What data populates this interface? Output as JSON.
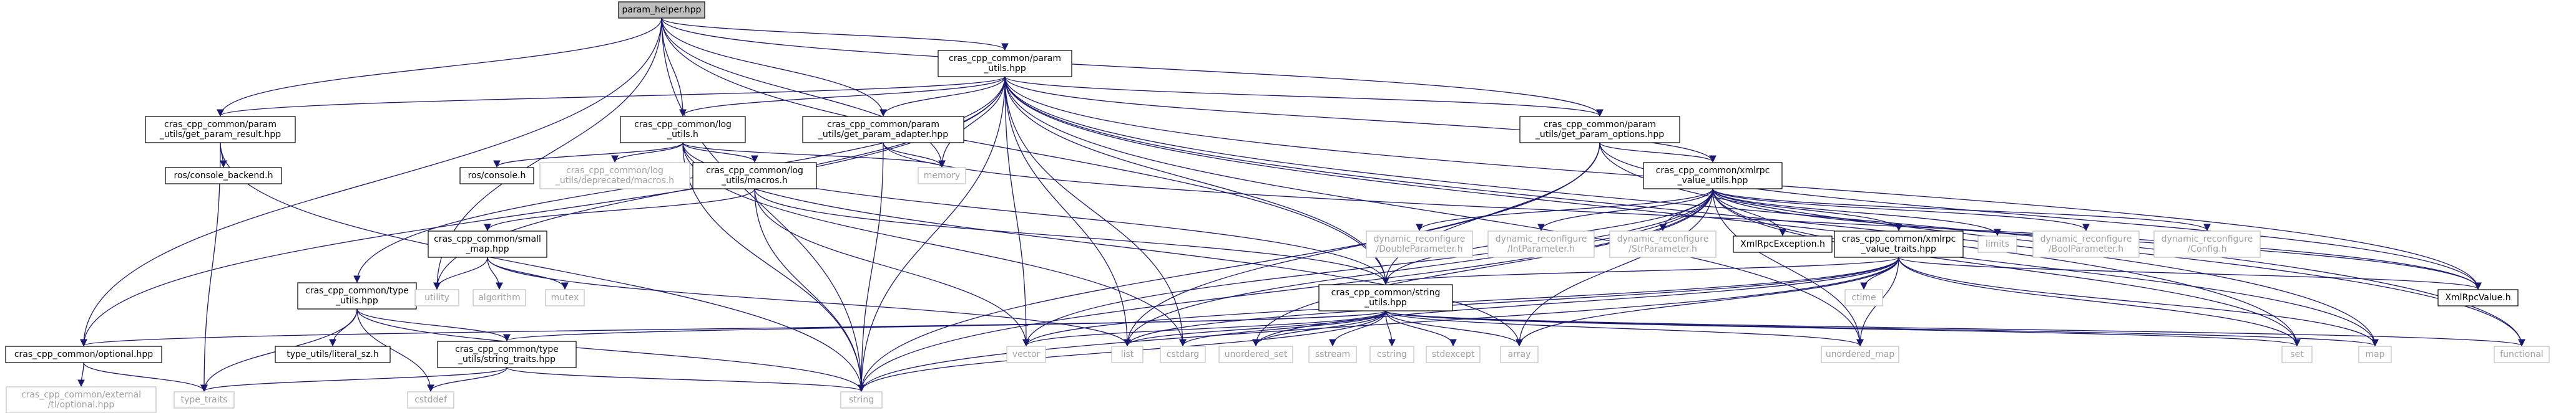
{
  "colors": {
    "edge": "#191970",
    "root_fill": "#bfbfbf",
    "external_border": "#bfbfbf",
    "external_text": "#a0a0a0",
    "box_border": "#000000",
    "background": "#ffffff"
  },
  "nodes": [
    {
      "id": "param_helper",
      "lines": [
        "param_helper.hpp"
      ],
      "kind": "root"
    },
    {
      "id": "param_utils",
      "lines": [
        "cras_cpp_common/param",
        "_utils.hpp"
      ],
      "kind": "internal"
    },
    {
      "id": "get_param_result",
      "lines": [
        "cras_cpp_common/param",
        "_utils/get_param_result.hpp"
      ],
      "kind": "internal"
    },
    {
      "id": "log_utils",
      "lines": [
        "cras_cpp_common/log",
        "_utils.h"
      ],
      "kind": "internal"
    },
    {
      "id": "get_param_adapter",
      "lines": [
        "cras_cpp_common/param",
        "_utils/get_param_adapter.hpp"
      ],
      "kind": "internal"
    },
    {
      "id": "get_param_options",
      "lines": [
        "cras_cpp_common/param",
        "_utils/get_param_options.hpp"
      ],
      "kind": "internal"
    },
    {
      "id": "ros_console_backend",
      "lines": [
        "ros/console_backend.h"
      ],
      "kind": "internal"
    },
    {
      "id": "ros_console",
      "lines": [
        "ros/console.h"
      ],
      "kind": "internal"
    },
    {
      "id": "log_deprecated_macros",
      "lines": [
        "cras_cpp_common/log",
        "_utils/deprecated/macros.h"
      ],
      "kind": "external"
    },
    {
      "id": "log_macros",
      "lines": [
        "cras_cpp_common/log",
        "_utils/macros.h"
      ],
      "kind": "internal"
    },
    {
      "id": "memory",
      "lines": [
        "memory"
      ],
      "kind": "external"
    },
    {
      "id": "xmlrpc_value_utils",
      "lines": [
        "cras_cpp_common/xmlrpc",
        "_value_utils.hpp"
      ],
      "kind": "internal"
    },
    {
      "id": "small_map",
      "lines": [
        "cras_cpp_common/small",
        "_map.hpp"
      ],
      "kind": "internal"
    },
    {
      "id": "type_utils",
      "lines": [
        "cras_cpp_common/type",
        "_utils.hpp"
      ],
      "kind": "internal"
    },
    {
      "id": "dr_double",
      "lines": [
        "dynamic_reconfigure",
        "/DoubleParameter.h"
      ],
      "kind": "external"
    },
    {
      "id": "dr_int",
      "lines": [
        "dynamic_reconfigure",
        "/IntParameter.h"
      ],
      "kind": "external"
    },
    {
      "id": "dr_str",
      "lines": [
        "dynamic_reconfigure",
        "/StrParameter.h"
      ],
      "kind": "external"
    },
    {
      "id": "xmlrpc_exception",
      "lines": [
        "XmlRpcException.h"
      ],
      "kind": "internal"
    },
    {
      "id": "xmlrpc_value_traits",
      "lines": [
        "cras_cpp_common/xmlrpc",
        "_value_traits.hpp"
      ],
      "kind": "internal"
    },
    {
      "id": "limits",
      "lines": [
        "limits"
      ],
      "kind": "external"
    },
    {
      "id": "dr_bool",
      "lines": [
        "dynamic_reconfigure",
        "/BoolParameter.h"
      ],
      "kind": "external"
    },
    {
      "id": "dr_config",
      "lines": [
        "dynamic_reconfigure",
        "/Config.h"
      ],
      "kind": "external"
    },
    {
      "id": "xmlrpc_value",
      "lines": [
        "XmlRpcValue.h"
      ],
      "kind": "internal"
    },
    {
      "id": "utility",
      "lines": [
        "utility"
      ],
      "kind": "external"
    },
    {
      "id": "algorithm",
      "lines": [
        "algorithm"
      ],
      "kind": "external"
    },
    {
      "id": "mutex",
      "lines": [
        "mutex"
      ],
      "kind": "external"
    },
    {
      "id": "ctime",
      "lines": [
        "ctime"
      ],
      "kind": "external"
    },
    {
      "id": "string_utils",
      "lines": [
        "cras_cpp_common/string",
        "_utils.hpp"
      ],
      "kind": "internal"
    },
    {
      "id": "optional",
      "lines": [
        "cras_cpp_common/optional.hpp"
      ],
      "kind": "internal"
    },
    {
      "id": "type_utils_literal_sz",
      "lines": [
        "type_utils/literal_sz.h"
      ],
      "kind": "internal"
    },
    {
      "id": "string_traits",
      "lines": [
        "cras_cpp_common/type",
        "_utils/string_traits.hpp"
      ],
      "kind": "internal"
    },
    {
      "id": "vector",
      "lines": [
        "vector"
      ],
      "kind": "external"
    },
    {
      "id": "list",
      "lines": [
        "list"
      ],
      "kind": "external"
    },
    {
      "id": "cstdarg",
      "lines": [
        "cstdarg"
      ],
      "kind": "external"
    },
    {
      "id": "unordered_set",
      "lines": [
        "unordered_set"
      ],
      "kind": "external"
    },
    {
      "id": "sstream",
      "lines": [
        "sstream"
      ],
      "kind": "external"
    },
    {
      "id": "cstring",
      "lines": [
        "cstring"
      ],
      "kind": "external"
    },
    {
      "id": "stdexcept",
      "lines": [
        "stdexcept"
      ],
      "kind": "external"
    },
    {
      "id": "array",
      "lines": [
        "array"
      ],
      "kind": "external"
    },
    {
      "id": "unordered_map",
      "lines": [
        "unordered_map"
      ],
      "kind": "external"
    },
    {
      "id": "set",
      "lines": [
        "set"
      ],
      "kind": "external"
    },
    {
      "id": "map",
      "lines": [
        "map"
      ],
      "kind": "external"
    },
    {
      "id": "functional",
      "lines": [
        "functional"
      ],
      "kind": "external"
    },
    {
      "id": "optional_external",
      "lines": [
        "cras_cpp_common/external",
        "/tl/optional.hpp"
      ],
      "kind": "external"
    },
    {
      "id": "type_traits",
      "lines": [
        "type_traits"
      ],
      "kind": "external"
    },
    {
      "id": "cstddef",
      "lines": [
        "cstddef"
      ],
      "kind": "external"
    },
    {
      "id": "string",
      "lines": [
        "string"
      ],
      "kind": "external"
    }
  ],
  "edges": [
    [
      "param_helper",
      "param_utils"
    ],
    [
      "param_helper",
      "get_param_result"
    ],
    [
      "param_helper",
      "log_utils"
    ],
    [
      "param_helper",
      "get_param_adapter"
    ],
    [
      "param_helper",
      "get_param_options"
    ],
    [
      "param_helper",
      "memory"
    ],
    [
      "param_helper",
      "optional"
    ],
    [
      "param_helper",
      "string_utils"
    ],
    [
      "param_helper",
      "string"
    ],
    [
      "param_helper",
      "utility"
    ],
    [
      "param_utils",
      "get_param_result"
    ],
    [
      "param_utils",
      "log_utils"
    ],
    [
      "param_utils",
      "get_param_adapter"
    ],
    [
      "param_utils",
      "get_param_options"
    ],
    [
      "param_utils",
      "memory"
    ],
    [
      "param_utils",
      "xmlrpc_value_utils"
    ],
    [
      "param_utils",
      "string_utils"
    ],
    [
      "param_utils",
      "type_utils"
    ],
    [
      "param_utils",
      "optional"
    ],
    [
      "param_utils",
      "vector"
    ],
    [
      "param_utils",
      "list"
    ],
    [
      "param_utils",
      "cstdarg"
    ],
    [
      "param_utils",
      "string"
    ],
    [
      "param_utils",
      "utility"
    ],
    [
      "param_utils",
      "map"
    ],
    [
      "param_utils",
      "set"
    ],
    [
      "param_utils",
      "functional"
    ],
    [
      "param_utils",
      "unordered_map"
    ],
    [
      "param_utils",
      "xmlrpc_value"
    ],
    [
      "get_param_result",
      "ros_console_backend"
    ],
    [
      "get_param_result",
      "type_traits"
    ],
    [
      "get_param_result",
      "string"
    ],
    [
      "log_utils",
      "ros_console"
    ],
    [
      "log_utils",
      "log_deprecated_macros"
    ],
    [
      "log_utils",
      "log_macros"
    ],
    [
      "log_utils",
      "memory"
    ],
    [
      "log_utils",
      "string_utils"
    ],
    [
      "log_utils",
      "string"
    ],
    [
      "log_utils",
      "cstdarg"
    ],
    [
      "log_utils",
      "array"
    ],
    [
      "get_param_adapter",
      "memory"
    ],
    [
      "get_param_adapter",
      "string"
    ],
    [
      "get_param_adapter",
      "xmlrpc_value"
    ],
    [
      "get_param_options",
      "xmlrpc_value_utils"
    ],
    [
      "get_param_options",
      "string_utils"
    ],
    [
      "get_param_options",
      "functional"
    ],
    [
      "get_param_options",
      "string"
    ],
    [
      "get_param_options",
      "list"
    ],
    [
      "get_param_options",
      "xmlrpc_value"
    ],
    [
      "log_macros",
      "small_map"
    ],
    [
      "log_macros",
      "string_utils"
    ],
    [
      "log_macros",
      "string"
    ],
    [
      "log_macros",
      "vector"
    ],
    [
      "small_map",
      "utility"
    ],
    [
      "small_map",
      "algorithm"
    ],
    [
      "small_map",
      "mutex"
    ],
    [
      "small_map",
      "list"
    ],
    [
      "type_utils",
      "utility"
    ],
    [
      "type_utils",
      "type_utils_literal_sz"
    ],
    [
      "type_utils",
      "string_traits"
    ],
    [
      "type_utils",
      "type_traits"
    ],
    [
      "type_utils",
      "cstddef"
    ],
    [
      "type_utils",
      "string"
    ],
    [
      "xmlrpc_value_utils",
      "dr_double"
    ],
    [
      "xmlrpc_value_utils",
      "dr_int"
    ],
    [
      "xmlrpc_value_utils",
      "dr_str"
    ],
    [
      "xmlrpc_value_utils",
      "xmlrpc_exception"
    ],
    [
      "xmlrpc_value_utils",
      "xmlrpc_value_traits"
    ],
    [
      "xmlrpc_value_utils",
      "limits"
    ],
    [
      "xmlrpc_value_utils",
      "dr_bool"
    ],
    [
      "xmlrpc_value_utils",
      "dr_config"
    ],
    [
      "xmlrpc_value_utils",
      "xmlrpc_value"
    ],
    [
      "xmlrpc_value_utils",
      "string_utils"
    ],
    [
      "xmlrpc_value_utils",
      "vector"
    ],
    [
      "xmlrpc_value_utils",
      "list"
    ],
    [
      "xmlrpc_value_utils",
      "unordered_set"
    ],
    [
      "xmlrpc_value_utils",
      "array"
    ],
    [
      "xmlrpc_value_utils",
      "unordered_map"
    ],
    [
      "xmlrpc_value_utils",
      "set"
    ],
    [
      "xmlrpc_value_utils",
      "map"
    ],
    [
      "xmlrpc_value_utils",
      "string"
    ],
    [
      "xmlrpc_value_traits",
      "ctime"
    ],
    [
      "xmlrpc_value_traits",
      "xmlrpc_value"
    ],
    [
      "xmlrpc_value_traits",
      "string_utils"
    ],
    [
      "xmlrpc_value_traits",
      "vector"
    ],
    [
      "xmlrpc_value_traits",
      "list"
    ],
    [
      "xmlrpc_value_traits",
      "unordered_set"
    ],
    [
      "xmlrpc_value_traits",
      "array"
    ],
    [
      "xmlrpc_value_traits",
      "unordered_map"
    ],
    [
      "xmlrpc_value_traits",
      "set"
    ],
    [
      "xmlrpc_value_traits",
      "map"
    ],
    [
      "xmlrpc_value_traits",
      "string"
    ],
    [
      "string_utils",
      "optional"
    ],
    [
      "string_utils",
      "string_traits"
    ],
    [
      "string_utils",
      "vector"
    ],
    [
      "string_utils",
      "list"
    ],
    [
      "string_utils",
      "cstdarg"
    ],
    [
      "string_utils",
      "unordered_set"
    ],
    [
      "string_utils",
      "sstream"
    ],
    [
      "string_utils",
      "cstring"
    ],
    [
      "string_utils",
      "stdexcept"
    ],
    [
      "string_utils",
      "array"
    ],
    [
      "string_utils",
      "unordered_map"
    ],
    [
      "string_utils",
      "set"
    ],
    [
      "string_utils",
      "map"
    ],
    [
      "string_utils",
      "functional"
    ],
    [
      "string_utils",
      "string"
    ],
    [
      "optional",
      "optional_external"
    ],
    [
      "optional",
      "type_traits"
    ],
    [
      "string_traits",
      "type_traits"
    ],
    [
      "string_traits",
      "cstddef"
    ],
    [
      "string_traits",
      "string"
    ]
  ]
}
